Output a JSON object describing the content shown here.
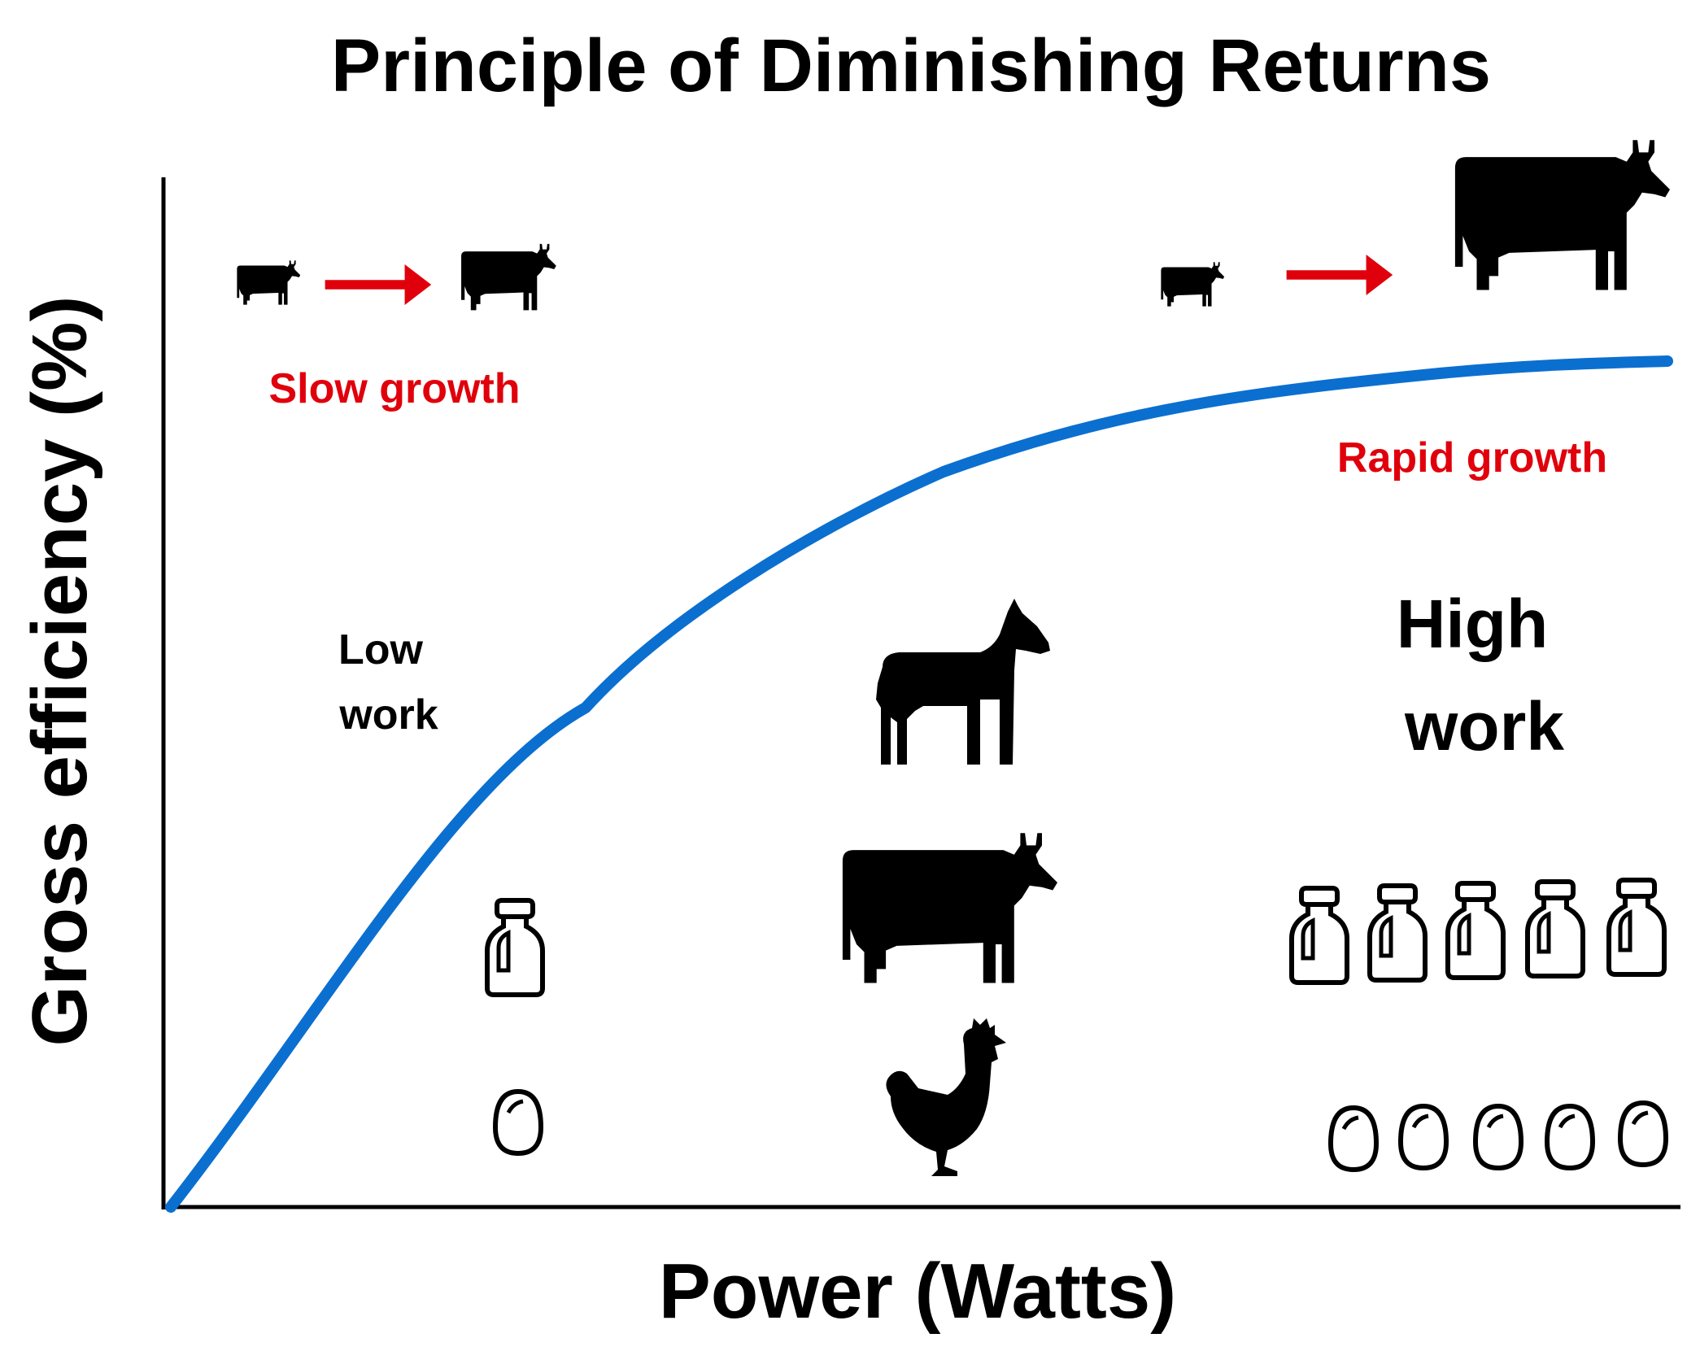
{
  "title": "Principle of Diminishing Returns",
  "axes": {
    "x_label": "Power (Watts)",
    "y_label": "Gross efficiency (%)"
  },
  "labels": {
    "slow_growth": "Slow growth",
    "rapid_growth": "Rapid growth",
    "low_work_line1": "Low",
    "low_work_line2": "work",
    "high_work_line1": "High",
    "high_work_line2": "work"
  },
  "icons": {
    "small_calf": "cow-icon",
    "arrow": "red-arrow-icon",
    "cow": "cow-icon",
    "horse": "horse-icon",
    "chicken": "chicken-icon",
    "milk": "milk-bottle-icon",
    "egg": "egg-icon"
  },
  "counts": {
    "milk_low": 1,
    "milk_high": 5,
    "egg_low": 1,
    "egg_high": 5
  },
  "colors": {
    "curve": "#0b6fd0",
    "arrow": "#e0000c",
    "growth_text": "#e0000c",
    "axis": "#000000"
  }
}
